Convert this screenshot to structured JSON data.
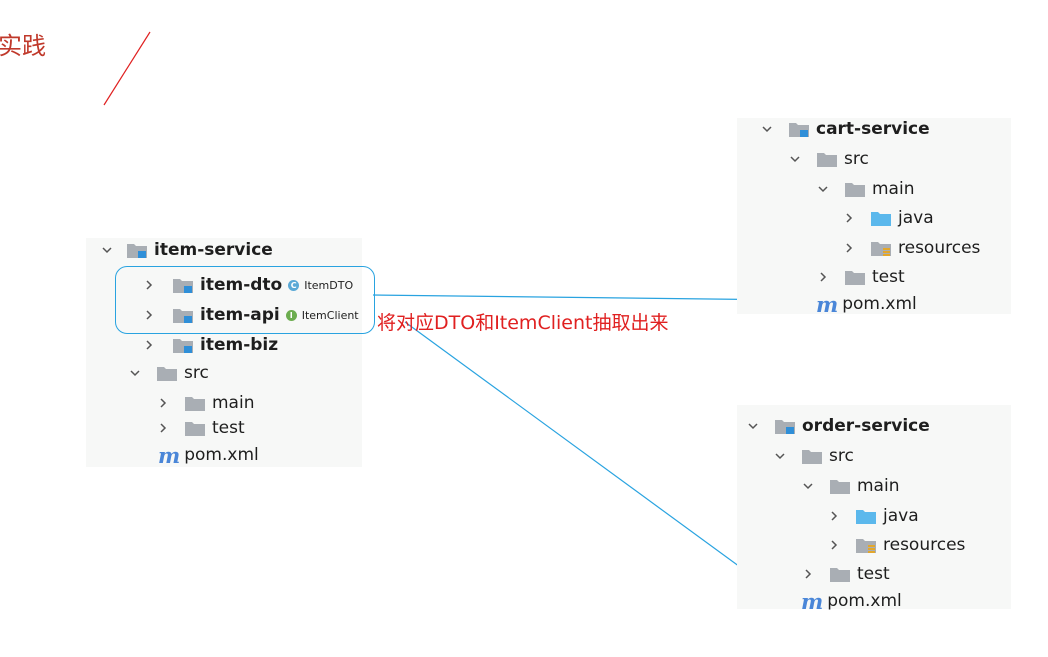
{
  "page": {
    "title": "实践",
    "annotation": "将对应DTO和ItemClient抽取出来"
  },
  "item_service": {
    "name": "item-service",
    "modules": [
      {
        "name": "item-dto",
        "badge_letter": "C",
        "badge_label": "ItemDTO"
      },
      {
        "name": "item-api",
        "badge_letter": "I",
        "badge_label": "ItemClient"
      },
      {
        "name": "item-biz"
      }
    ],
    "src": "src",
    "main": "main",
    "test": "test",
    "pom": "pom.xml"
  },
  "cart_service": {
    "name": "cart-service",
    "src": "src",
    "main": "main",
    "java": "java",
    "resources": "resources",
    "test": "test",
    "pom": "pom.xml"
  },
  "order_service": {
    "name": "order-service",
    "src": "src",
    "main": "main",
    "java": "java",
    "resources": "resources",
    "test": "test",
    "pom": "pom.xml"
  },
  "icons": {
    "maven": "m",
    "collapsed": "chevron-right-icon",
    "expanded": "chevron-down-icon"
  },
  "colors": {
    "title": "#c0392b",
    "annotation": "#e02020",
    "arrow": "#29a3e0",
    "folder": "#a9aeb4",
    "module_marker": "#2f8fd8",
    "source_folder": "#5bb8ec",
    "resources_marker": "#e3a72b",
    "class_badge": "#5aa9d6",
    "interface_badge": "#6cad4f"
  }
}
